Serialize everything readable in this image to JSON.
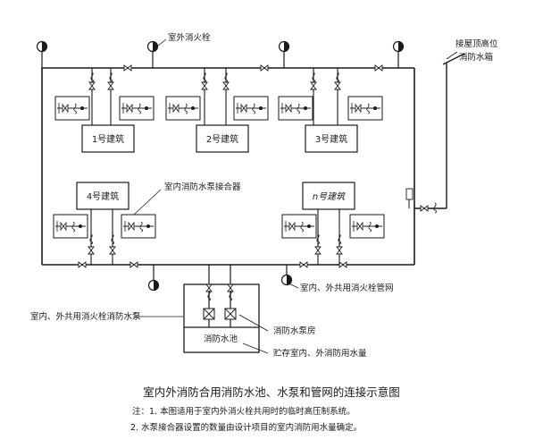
{
  "labels": {
    "outdoor_hydrant": "室外消火栓",
    "roof_tank_line1": "接屋顶高位",
    "roof_tank_line2": "消防水箱",
    "pump_adapter": "室内消防水泵接合器",
    "shared_network": "室内、外共用消火栓管网",
    "shared_pump": "室内、外共用消火栓消防水泵",
    "pump_room": "消防水泵房",
    "pool": "消防水池",
    "storage": "贮存室内、外消防用水量"
  },
  "buildings": [
    "1号建筑",
    "2号建筑",
    "3号建筑",
    "4号建筑",
    "n号建筑"
  ],
  "caption": "室内外消防合用消防水池、水泵和管网的连接示意图",
  "notes": {
    "note1": "注：1. 本图适用于室内外消火栓共用时的临时高压制系统。",
    "note2": "2. 水泵接合器设置的数量由设计项目的室内消防用水量确定。"
  }
}
